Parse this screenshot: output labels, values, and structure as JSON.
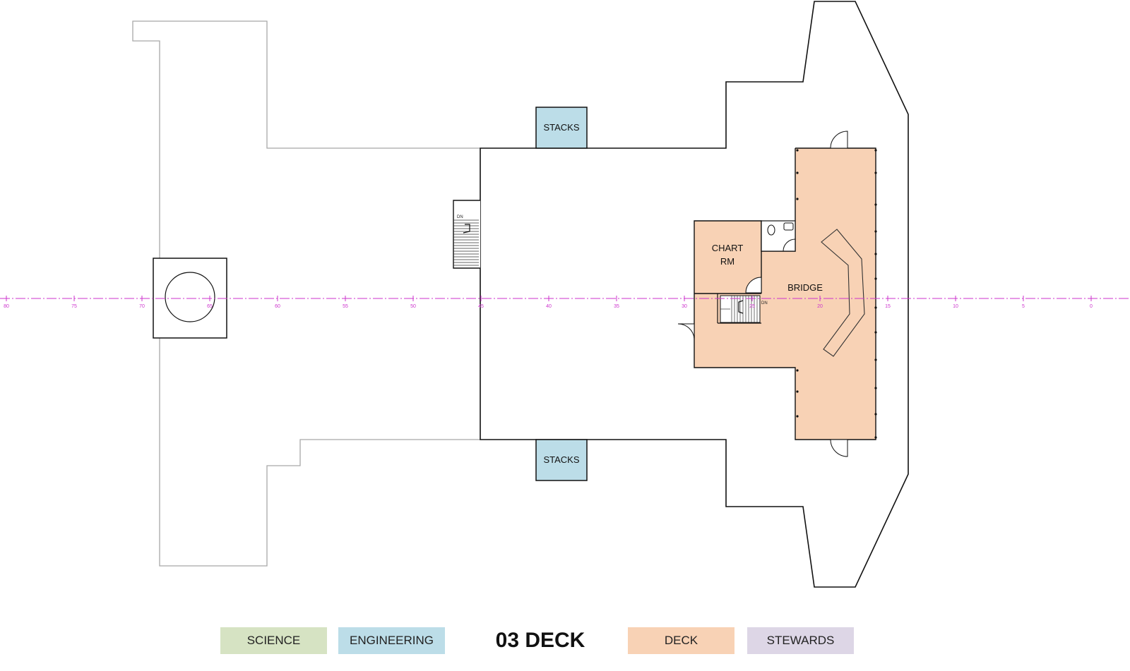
{
  "deck_title": "03 DECK",
  "legend": [
    {
      "label": "SCIENCE",
      "color": "#d6e3c3"
    },
    {
      "label": "ENGINEERING",
      "color": "#bcdde8"
    },
    {
      "label": "DECK",
      "color": "#f8d2b5"
    },
    {
      "label": "STEWARDS",
      "color": "#ddd6e6"
    }
  ],
  "rooms": {
    "stacks_top": "STACKS",
    "stacks_bottom": "STACKS",
    "chart_rm_line1": "CHART",
    "chart_rm_line2": "RM",
    "bridge": "BRIDGE"
  },
  "stair_labels": {
    "aft": "DN",
    "fwd": "DN"
  },
  "frame_ticks": [
    "80",
    "75",
    "70",
    "65",
    "60",
    "55",
    "50",
    "45",
    "40",
    "35",
    "30",
    "25",
    "20",
    "15",
    "10",
    "5",
    "0"
  ],
  "colors": {
    "engineering": "#bcdde8",
    "deck": "#f8d2b5",
    "centerline": "#cc33cc",
    "outline": "#111111",
    "lower_outline": "#a0a0a0"
  }
}
